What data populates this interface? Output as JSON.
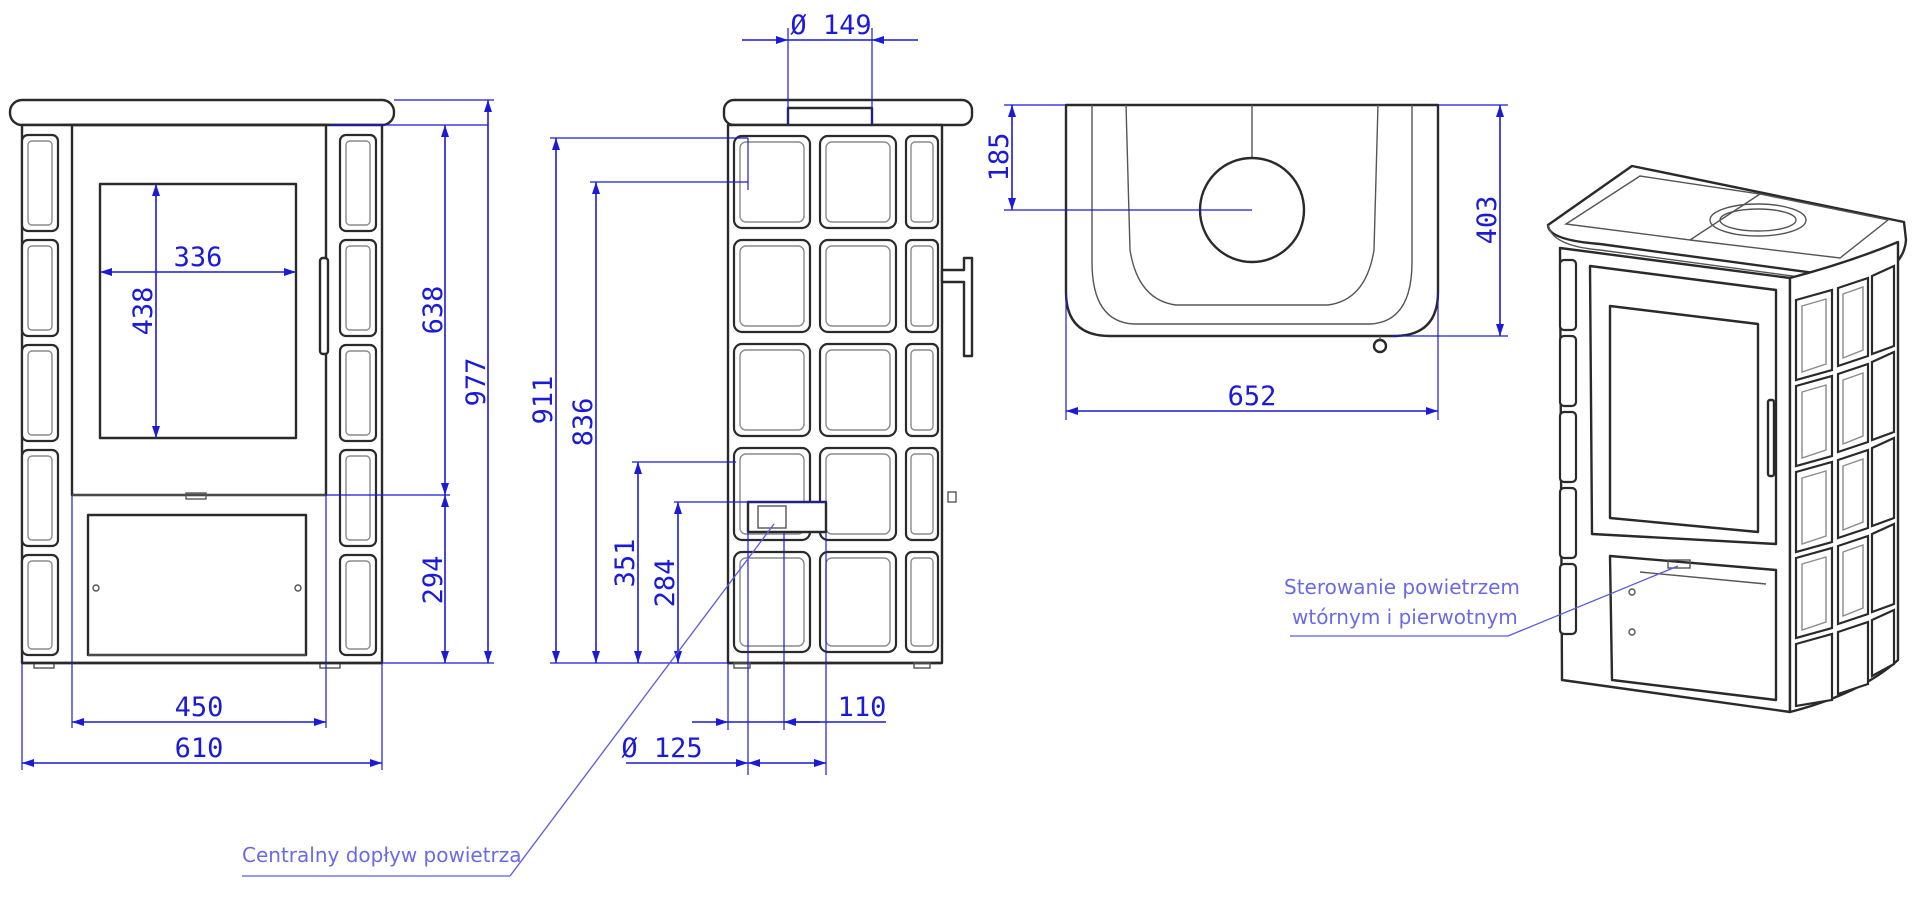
{
  "dimensions": {
    "front_width_outer": "610",
    "front_width_inner": "450",
    "glass_width": "336",
    "glass_height": "438",
    "height_to_top_frame": "638",
    "total_height": "977",
    "lower_section_height": "294",
    "side_height_911": "911",
    "side_height_836": "836",
    "side_height_351": "351",
    "side_height_284": "284",
    "flue_diameter": "Ø 149",
    "air_inlet_diameter": "Ø 125",
    "air_inlet_offset": "110",
    "top_flue_offset": "185",
    "top_depth": "403",
    "top_width": "652"
  },
  "annotations": {
    "central_air_supply": "Centralny dopływ powietrza",
    "air_control_line1": "Sterowanie powietrzem",
    "air_control_line2": "wtórnym i pierwotnym"
  },
  "colors": {
    "dimension_lines": "#1a1ad8",
    "outline": "#2a2a2a",
    "annotation_text": "#6a6ae8"
  }
}
